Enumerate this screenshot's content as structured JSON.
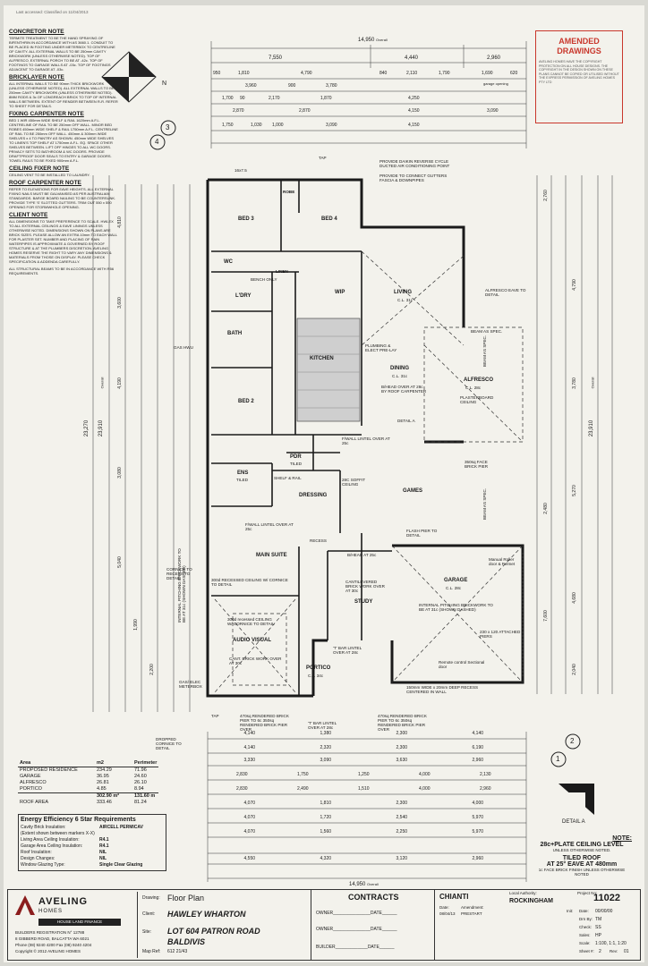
{
  "header": {
    "stamp": "Last accessed: Classified on 11/04/2013",
    "drawing_no": "11022"
  },
  "amended": {
    "title": "AMENDED DRAWINGS",
    "body": "AVELING HOMES HAVE THE COPYRIGHT PROTECTION ON ALL HOUSE DESIGNS. THE COPYRIGHT IN THE DESIGN SHOWN ON THESE PLANS CANNOT BE COPIED OR UTILISED WITHOUT THE EXPRESS PERMISSION OF AVELING HOMES PTY LTD"
  },
  "notes": [
    {
      "heading": "CONCRETOR NOTE",
      "body": "TERMITE TREATMENT TO BE THE HAND SPRAYING OF BIFENTHRIN IN ACCORDANCE WITH AS 3660.1. CONDUIT TO BE PLACED IN FOOTING UNDER METERBOX TO CENTRELINE OF CAVITY. ALL EXTERNAL WALLS TO BE 250mm CAVITY BRICKWORK (UNLESS OTHERWISE NOTED). TOP OF ALFRESCO, EXTERNAL PORCH TO BE AT -42c. TOP OF FOOTINGS TO GARAGE WALLS AT -03c. TOP OF FOOTINGS ADJACENT TO GARAGE AT -03c."
    },
    {
      "heading": "BRICKLAYER NOTE",
      "body": "ALL INTERNAL WALLS TO BE 90mm THICK BRICKWORK (UNLESS OTHERWISE NOTED). ALL EXTERNAL WALLS TO BE 250mm CAVITY BRICKWORK (UNLESS OTHERWISE NOTED). 8MM RODS & 3c OF LONGREACH BRICK TO TOP OF INTERNAL WALLS BETWEEN. EXTENT OF RENDER BETWEEN R-R. REFER TO SHEET FOR DETAILS."
    },
    {
      "heading": "FIXING CARPENTER NOTE",
      "body": "BED 1 WIR 450mm WIDE SHELF & RAIL 1620mm A.F.L. CENTRELINE OF RAIL TO BE 250mm OFF WALL. MINOR BED ROBES 450mm WIDE SHELF & RAIL 1750mm A.F.L. CENTRELINE OF RAIL TO BE 250mm OFF WALL. 450mm & 300mm WIDE SHELVES x 4 TO PANTRY AS SHOWN. 450mm WIDE SHELVES TO LINEN'S TOP SHELF AT 1750mm A.F.L. EQ. SPACE OTHER SHELVES BETWEEN. LIFT OFF HINGES TO ALL WC DOORS. PRIVACY SETS TO BATHROOM & WC DOORS. PROVIDE DRAFTPROOF DOOR SEALS TO ENTRY & GARAGE DOORS. TOWEL RAILS TO BE FIXED 900mm A.F.L."
    },
    {
      "heading": "CEILING FIXER NOTE",
      "body": "CEILING VENT TO BE INSTALLED TO LAUNDRY."
    },
    {
      "heading": "ROOF CARPENTER NOTE",
      "body": "REFER TO ELEVATIONS FOR EAVE HEIGHTS. ALL EXTERNAL FIXING NAILS MUST BE GALVANISED AS PER AUSTRALIAN STANDARDS. BARGE BOARD NAILING TO BE COUNTERSUNK. PROVIDE TYPE 'S' SLOTTED GUTTERS. TRIM OUT 550 x 550 OPENING FOR STORMWHOLE OPENING."
    },
    {
      "heading": "CLIENT NOTE",
      "body": "ALL DIMENSIONS TO TAKE PREFERENCE TO SCALE. HWLEX TO ALL EXTERNAL CEILINGS & EAVE LININGS UNLESS OTHERWISE NOTED. DIMENSIONS SHOWN ON PLANS ARE BRICK SIZES. PLEASE ALLOW AN EXTRA 10mm TO EACH WALL FOR PLASTER SET. NUMBER AND PLACING OF RAIN WATERPIPES IS APPROXIMATE & GOVERNED BY ROOF STRUCTURE & AT THE PLUMBERS DISCRETION. AVELING HOMES RESERVE THE RIGHT TO VARY ANY DIMENSIONS & MATERIALS FROM THOSE ON DISPLAY. PLEASE CHECK SPECIFICATION & ADDENDA CAREFULLY."
    },
    {
      "heading": "",
      "body": "ALL STRUCTURAL BEAMS TO BE IN ACCORDANCE WITH R56 REQUIREMENTS."
    }
  ],
  "dims_top": {
    "overall": "14,950",
    "overall_label": "Overall",
    "row1": [
      "7,550",
      "4,440",
      "2,960"
    ],
    "row2": [
      "950",
      "1,810",
      "4,790",
      "840",
      "2,110",
      "1,790",
      "1,690",
      "620"
    ],
    "row3": [
      "3,960",
      "900",
      "3,780"
    ],
    "row4": [
      "1,700",
      "90",
      "2,170",
      "1,870",
      "4,250"
    ],
    "row5": [
      "2,870",
      "2,870",
      "4,150",
      "3,090"
    ],
    "row6": [
      "1,750",
      "1,030",
      "1,000",
      "3,090",
      "4,150"
    ],
    "garage_opening": "garage opening"
  },
  "dims_left": [
    "23,270",
    "23,910",
    "Overall",
    "4,810",
    "3,600",
    "4,190",
    "3,080",
    "5,040",
    "1,990",
    "2,200"
  ],
  "dims_right": [
    "2,760",
    "4,790",
    "3,780",
    "23,910",
    "Overall",
    "5,270",
    "4,680",
    "2,040",
    "2,480",
    "7,600"
  ],
  "rooms": {
    "bed3": "BED 3",
    "bed4": "BED 4",
    "bed2": "BED 2",
    "living": "LIVING",
    "living_cl": "C.L. 31c",
    "wc": "WC",
    "ldry": "L'DRY",
    "bath": "BATH",
    "wip": "WIP",
    "kitchen": "KITCHEN",
    "dining": "DINING",
    "dining_cl": "C.L. 31c",
    "alfresco": "ALFRESCO",
    "alfresco_cl": "C.L. 28c",
    "ens": "ENS",
    "ens_sub": "TILED",
    "pdr": "PDR",
    "pdr_sub": "TILED",
    "dressing": "DRESSING",
    "games": "GAMES",
    "main_suite": "MAIN SUITE",
    "garage": "GARAGE",
    "garage_cl": "C.L. 28c",
    "study": "STUDY",
    "audio_visual": "AUDIO VISUAL",
    "portico": "PORTICO",
    "portico_cl": "C.L. 34c",
    "linen": "LINEN",
    "robe": "ROBE"
  },
  "annotations": {
    "tap_top": "TAP",
    "tap_side": "TAP",
    "dim_16x75": "16x7.5",
    "provide_ducted": "PROVIDE DAIKIN REVERSE CYCLE DUCTED AIR CONDITIONING POINT",
    "provide_gutters": "PROVIDE TO CONNECT GUTTERS FASCIA & DOWNPIPES",
    "alfresco_eave": "ALFRESCO EAVE TO DETAIL",
    "beam_spec1": "BEAM AS SPEC.",
    "beam_spec2": "BEAM AS SPEC.",
    "beam_spec3": "BEAM AS SPEC.",
    "plumbing": "PLUMBING & ELECT PRE-LAY",
    "brick_pier": "350sq FACE BRICK PIER",
    "hw_lintel": "B/HEAD OVER AT 28c BY ROOF CARPENTER",
    "plasterboard": "PLASTERBOARD CEILING",
    "detail_a": "DETAIL A",
    "recessed_ceiling": "300d RECESSED CEILING W/ CORNICE TO DETAIL",
    "recessed_ceiling2": "300d recessed CEILING W/ CORNICE TO DETAIL",
    "flash_pier": "FLASH PIER TO DETAIL",
    "internal_pitching": "INTERNAL PITCHING BRICKWORK TO BE AT 31c (SHOWN DASHED)",
    "internal_pitching_v": "INTERNAL PITCHING BRICKWORK TO BE AT 31c (SHOWN DASHED)",
    "cantilevered": "CANTILEVERED BRICK WORK OVER AT 30c",
    "cant_brick": "CANT. BRICK WORK OVER AT 30c",
    "roller_door": "Manual Roller door & Pelmet",
    "remote": "Remote control Sectional door",
    "attached_piers": "230 x 120 ATTACHED PIERS",
    "deep_recess": "150mm WIDE x 20mm DEEP RECESS CENTERED IN WALL",
    "rendered_pier": "470sq RENDERED BRICK PIER TO 6c 350sq RENDERED BRICK PIER OVER",
    "rendered_pier2": "470sq RENDERED BRICK PIER TO 6c 350sq RENDERED BRICK PIER OVER",
    "t_bar_lintel": "'T' BAR LINTEL OVER AT 28c",
    "t_bar_lintel2": "'T' BAR LINTEL OVER AT 28c",
    "gas_elec": "GAS/ ELEC METERBOX",
    "gas_hwu": "GAS HWU",
    "dropped_cornice": "DROPPED CORNICE TO DETAIL",
    "corniceto": "CORNICE TO RECESS TO DETAIL",
    "fwall_lintel": "F/WALL LINTEL OVER AT 25c",
    "fwall_lintel2": "F/WALL LINTEL OVER AT 25c",
    "bhead_25c": "B/HEAD AT 25c",
    "recess": "RECESS",
    "shelf_rail": "SHELF & RAIL",
    "bench": "BENCH ONLY",
    "soffit": "28C SOFFIT CEILING",
    "compass_n": "N",
    "section_3": "3",
    "section_4": "4",
    "section_1": "1",
    "section_2": "2"
  },
  "dims_bottom": {
    "row1": [
      "4,140",
      "1,380",
      "2,300",
      "4,140"
    ],
    "row2": [
      "4,140",
      "2,320",
      "2,300",
      "6,190"
    ],
    "row3": [
      "3,330",
      "3,090",
      "3,630",
      "2,960"
    ],
    "row4": [
      "2,830",
      "1,750",
      "1,250",
      "4,000",
      "2,130"
    ],
    "row5": [
      "2,830",
      "2,490",
      "1,510",
      "4,000",
      "2,960"
    ],
    "row6": [
      "4,070",
      "1,810",
      "2,300",
      "4,000"
    ],
    "row7": [
      "4,070",
      "1,720",
      "2,540",
      "5,970"
    ],
    "row8": [
      "4,070",
      "1,560",
      "2,250",
      "5,970"
    ],
    "row9": [
      "4,550",
      "4,320",
      "3,120",
      "2,960"
    ],
    "overall": "14,950",
    "overall_label": "Overall"
  },
  "areas": {
    "header": [
      "Area",
      "m2",
      "Perimeter"
    ],
    "rows": [
      [
        "PROPOSED RESIDENCE",
        "234.29",
        "71.96"
      ],
      [
        "GARAGE",
        "36.95",
        "24.60"
      ],
      [
        "ALFRESCO",
        "26.81",
        "26.10"
      ],
      [
        "PORTICO",
        "4.85",
        "8.94"
      ]
    ],
    "total": [
      "",
      "302.90 m²",
      "131.60 m"
    ],
    "roof": [
      "ROOF AREA",
      "333.46",
      "81.24"
    ]
  },
  "energy": {
    "title": "Energy Efficiency 6 Star Requirements",
    "rows": [
      [
        "Cavity Brick Insulation:",
        "AIRCELL PERMICAV"
      ],
      [
        "(Extent shown between markers X-X)",
        ""
      ],
      [
        "Living Area Ceiling Insulation:",
        "R4.1"
      ],
      [
        "Garage Area Ceiling Insulation:",
        "R4.1"
      ],
      [
        "Roof Insulation:",
        "NIL"
      ],
      [
        "Design Changes:",
        "NIL"
      ],
      [
        "Window Glazing Type:",
        "Single Clear Glazing"
      ]
    ]
  },
  "ceiling_note": {
    "title": "NOTE:",
    "line1": "28c+PLATE CEILING LEVEL",
    "line2": "UNLESS OTHERWISE NOTED.",
    "line3": "TILED ROOF",
    "line4": "AT 25° EAVE AT 480mm",
    "line5": "1c FACE BRICK FINISH UNLESS OTHERWISE NOTED"
  },
  "detail_a_label": "DETAIL A",
  "title_block": {
    "logo_name": "AVELING",
    "logo_sub": "HOMES",
    "logo_bar": "HOUSE LAND FINANCE",
    "reg": "BUILDERS REGISTRATION N° 12788",
    "address": "8 GIBBERD ROAD, BALCATTA WA 6021",
    "phone": "Phone (08) 9240 4200 Fax (08) 9240 4204",
    "copyright": "Copyright © 2012 AVELING HOMES",
    "drawing_lbl": "Drawing:",
    "drawing": "Floor Plan",
    "client_lbl": "Client:",
    "client": "HAWLEY WHARTON",
    "site_lbl": "Site:",
    "site1": "LOT 604 PATRON ROAD",
    "site2": "BALDIVIS",
    "mapref_lbl": "Map Ref:",
    "mapref": "612 21/43",
    "contracts": "CONTRACTS",
    "owner1": "OWNER_______________DATE______",
    "owner2": "OWNER_______________DATE______",
    "builder": "BUILDER_____________DATE______",
    "design": "CHIANTI",
    "date_hdr": "Date:",
    "amend_hdr": "Amendment:",
    "amend_date": "08/04/13",
    "amend_text": "PRESTART",
    "locality_lbl": "Local Authority:",
    "locality": "ROCKINGHAM",
    "project_lbl": "Project No:",
    "project": "11022",
    "init_lbl": "Init:",
    "date_lbl": "Date:",
    "date": "00/00/00",
    "drn_lbl": "Drn By:",
    "drn": "TM",
    "chk_lbl": "Check:",
    "chk": "SS",
    "sales_lbl": "Sales:",
    "sales": "HP",
    "scale_lbl": "Scale:",
    "scale": "1:100, 1:1, 1:20",
    "sheet_lbl": "Sheet #:",
    "sheet": "2",
    "rev_lbl": "Rev:",
    "rev": "01"
  }
}
